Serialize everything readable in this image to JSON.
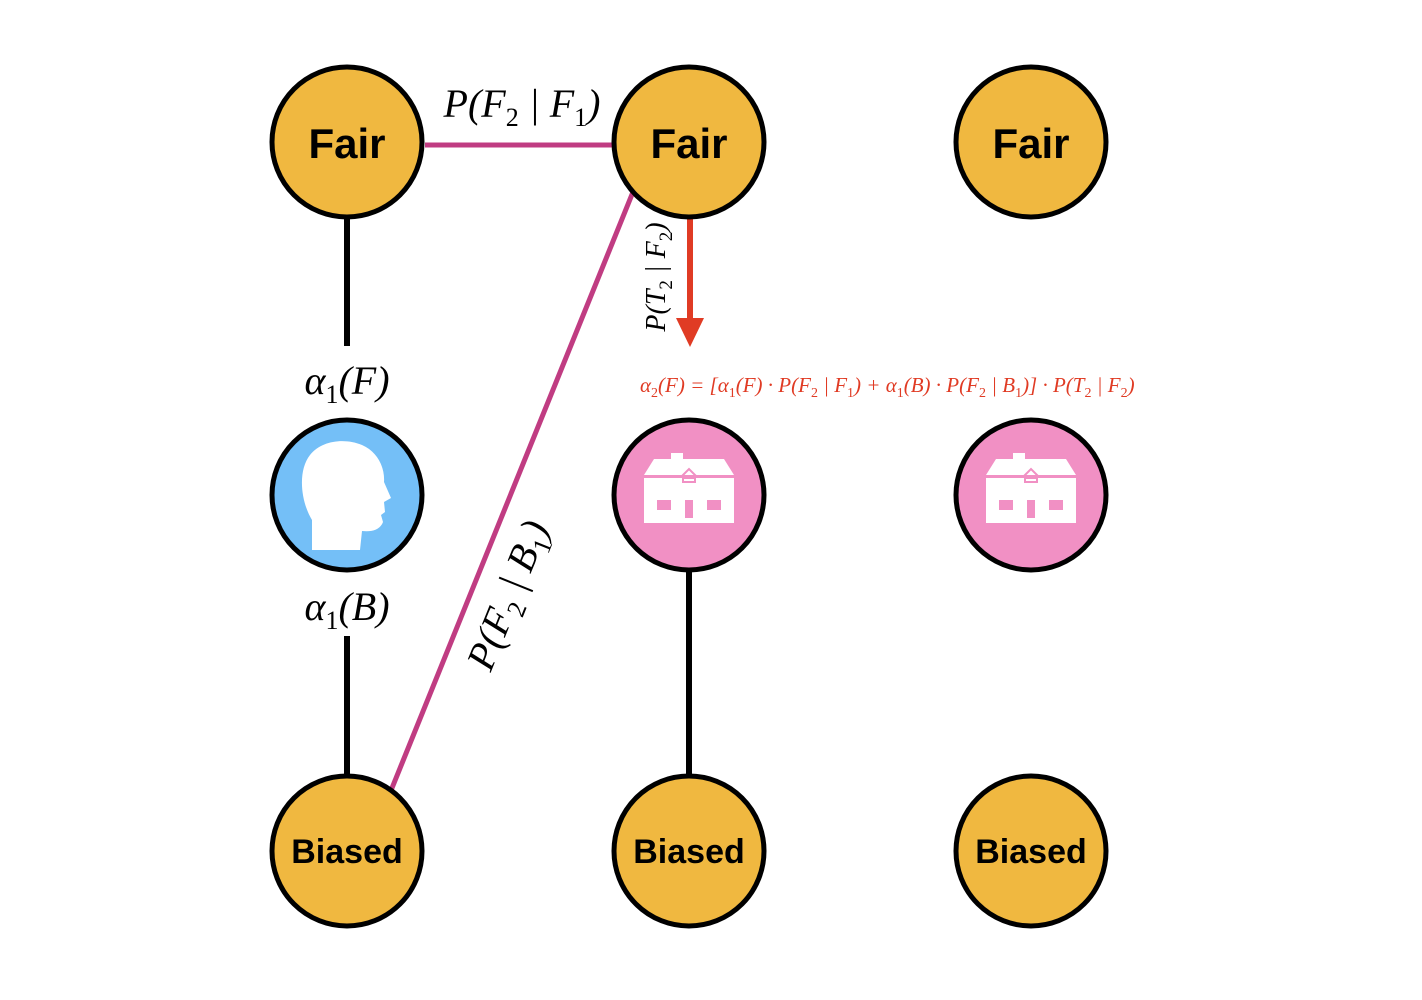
{
  "colors": {
    "state_fill": "#F0B840",
    "observer_fill": "#74BFF7",
    "house_fill": "#F190C4",
    "edge_magenta": "#C03C82",
    "arrow_red": "#E03B24",
    "stroke": "#000000"
  },
  "states": {
    "fair_label": "Fair",
    "biased_label": "Biased"
  },
  "columns": [
    {
      "top": "Fair",
      "bottom": "Biased",
      "middle_icon": "head-icon"
    },
    {
      "top": "Fair",
      "bottom": "Biased",
      "middle_icon": "house-icon"
    },
    {
      "top": "Fair",
      "bottom": "Biased",
      "middle_icon": "house-icon"
    }
  ],
  "labels": {
    "alpha_fair": {
      "base": "α",
      "sub": "1",
      "arg": "(F)"
    },
    "alpha_biased": {
      "base": "α",
      "sub": "1",
      "arg": "(B)"
    },
    "trans_ff": {
      "pre": "P(F",
      "sub1": "2",
      "mid": " | F",
      "sub2": "1",
      "post": ")"
    },
    "trans_fb": {
      "pre": "P(F",
      "sub1": "2",
      "mid": " | B",
      "sub2": "1",
      "post": ")"
    },
    "emission": {
      "pre": "P(T",
      "sub1": "2",
      "mid": " | F",
      "sub2": "2",
      "post": ")"
    }
  },
  "formula": {
    "parts": [
      {
        "t": "α"
      },
      {
        "t": "2",
        "sub": true
      },
      {
        "t": "(F) = [α"
      },
      {
        "t": "1",
        "sub": true
      },
      {
        "t": "(F) · P(F"
      },
      {
        "t": "2",
        "sub": true
      },
      {
        "t": " | F"
      },
      {
        "t": "1",
        "sub": true
      },
      {
        "t": ") + α"
      },
      {
        "t": "1",
        "sub": true
      },
      {
        "t": "(B) · P(F"
      },
      {
        "t": "2",
        "sub": true
      },
      {
        "t": " | B"
      },
      {
        "t": "1",
        "sub": true
      },
      {
        "t": ")] · P(T"
      },
      {
        "t": "2",
        "sub": true
      },
      {
        "t": " | F"
      },
      {
        "t": "2",
        "sub": true
      },
      {
        "t": ")"
      }
    ]
  }
}
